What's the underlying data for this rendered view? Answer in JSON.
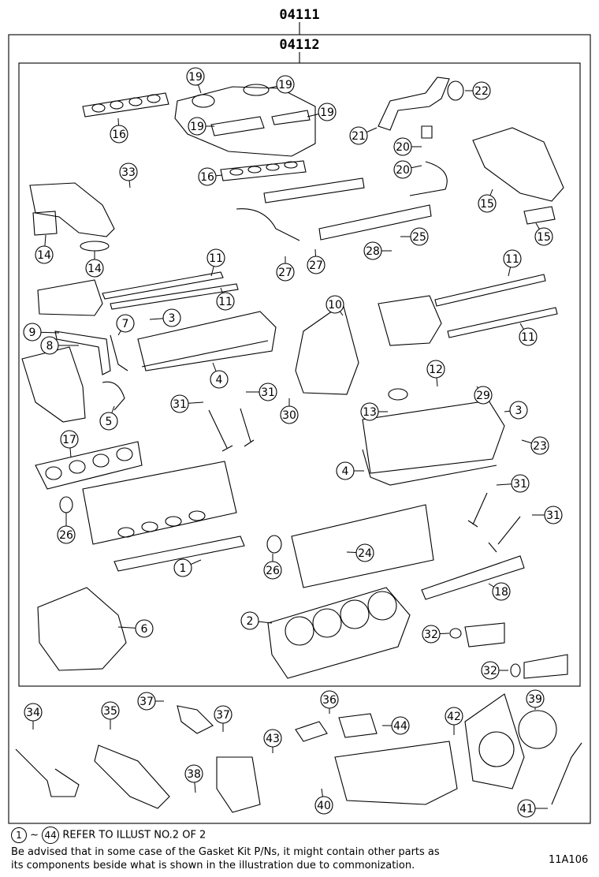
{
  "header": {
    "kit_code_outer": "04111",
    "kit_code_inner": "04112"
  },
  "callouts": [
    "1",
    "2",
    "3",
    "4",
    "5",
    "6",
    "7",
    "8",
    "9",
    "10",
    "11",
    "12",
    "13",
    "14",
    "15",
    "16",
    "17",
    "18",
    "19",
    "20",
    "21",
    "22",
    "23",
    "24",
    "25",
    "26",
    "27",
    "28",
    "29",
    "30",
    "31",
    "32",
    "33",
    "34",
    "35",
    "36",
    "37",
    "38",
    "39",
    "40",
    "41",
    "42",
    "43",
    "44"
  ],
  "footer": {
    "range_from": "1",
    "range_sep": "~",
    "range_to": "44",
    "refer_text": "REFER TO ILLUST NO.2 OF 2",
    "advisory_line1": "Be advised that in some case of the Gasket Kit P/Ns,  it might contain other parts as",
    "advisory_line2": "its components beside what is shown in the illustration due to commonization.",
    "illustration_id": "11A106"
  }
}
